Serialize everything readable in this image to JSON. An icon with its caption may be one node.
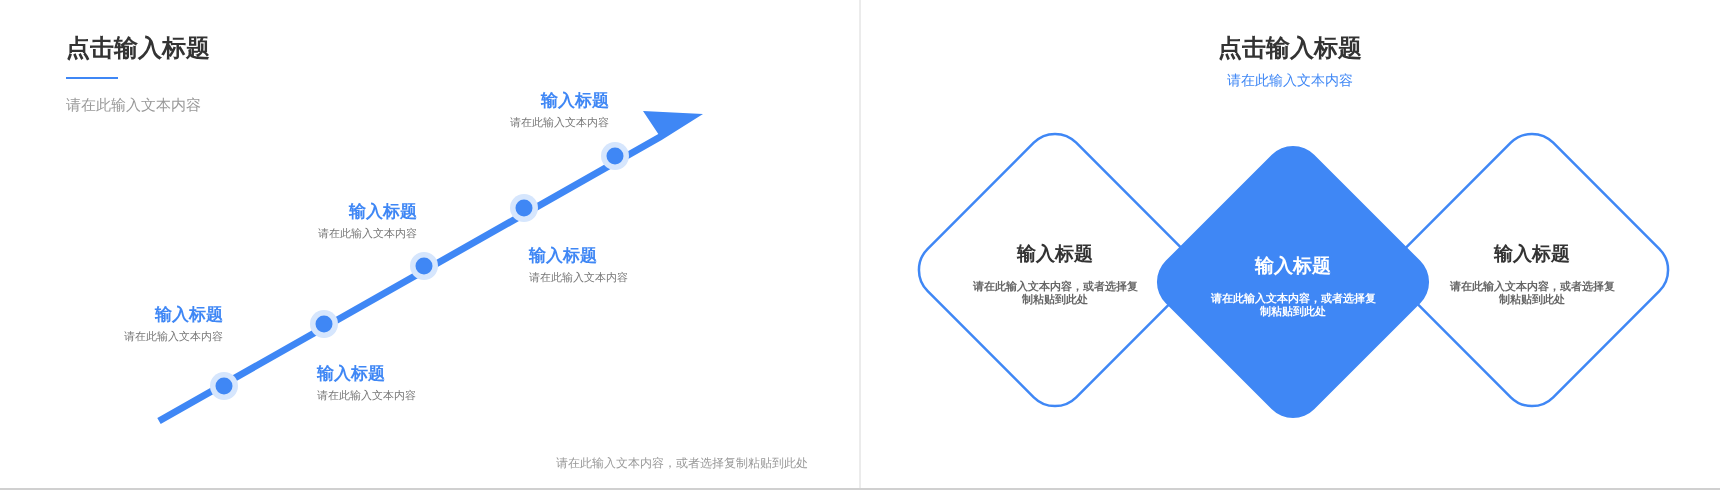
{
  "diagram": {
    "nodes": [
      {
        "text": [
          "输入标题",
          "请在此输入文本内容"
        ]
      },
      {
        "text": [
          "输入标题",
          "请在此输入文本内容"
        ]
      },
      {
        "text": [
          "输入标题",
          "请在此输入文本内容"
        ]
      },
      {
        "text": [
          "输入标题",
          "请在此输入文本内容"
        ]
      },
      {
        "text": [
          "输入标题",
          "请在此输入文本内容"
        ]
      },
      {
        "text": [
          "输入标题",
          "请在此输入文本内容，或者选择复制粘贴到此处"
        ]
      },
      {
        "text": [
          "输入标题",
          "请在此输入文本内容，或者选择复制粘贴到此处"
        ]
      },
      {
        "text": [
          "输入标题",
          "请在此输入文本内容，或者选择复制粘贴到此处"
        ]
      }
    ],
    "edges": [],
    "labels": [
      "点击输入标题",
      "请在此输入文本内容",
      "请在此输入文本内容，或者选择复制粘贴到此处",
      "点击输入标题",
      "请在此输入文本内容"
    ]
  }
}
